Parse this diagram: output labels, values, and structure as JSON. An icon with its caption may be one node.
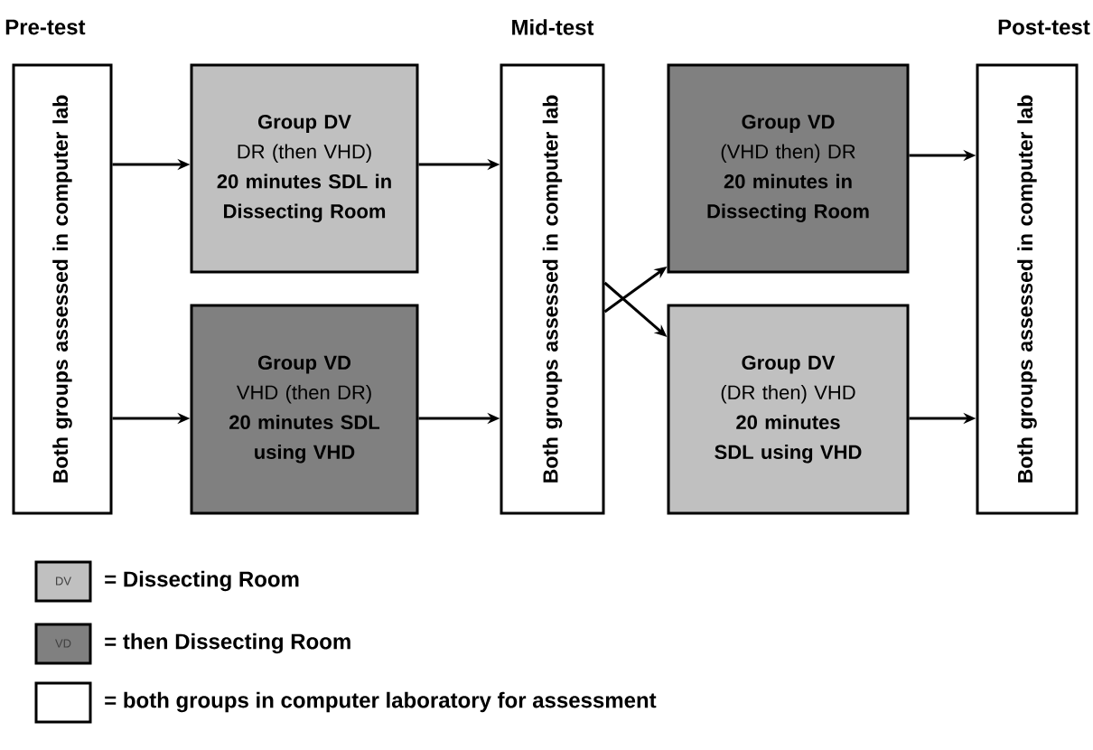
{
  "diagram": {
    "nodes": [
      {
        "text": [
          "Pre-test",
          "Both groups assessed in computer lab"
        ]
      },
      {
        "text": [
          "Group DV",
          "DR (then VHD)",
          "20 minutes SDL in Dissecting Room"
        ]
      },
      {
        "text": [
          "Group VD",
          "VHD (then DR)",
          "20 minutes SDL using VHD"
        ]
      },
      {
        "text": [
          "Mid-test",
          "Both groups assessed in computer lab"
        ]
      },
      {
        "text": [
          "Group VD",
          "(VHD then) DR",
          "20 minutes in Dissecting Room"
        ]
      },
      {
        "text": [
          "Group DV",
          "(DR then) VHD",
          "20 minutes SDL using VHD"
        ]
      },
      {
        "text": [
          "Post-test",
          "Both groups assessed in computer lab"
        ]
      }
    ],
    "edges": [
      {
        "from": 0,
        "to": 1,
        "arrow": "to"
      },
      {
        "from": 0,
        "to": 2,
        "arrow": "to"
      },
      {
        "from": 1,
        "to": 3,
        "arrow": "to"
      },
      {
        "from": 2,
        "to": 3,
        "arrow": "to"
      },
      {
        "from": 3,
        "to": 4,
        "arrow": "to"
      },
      {
        "from": 3,
        "to": 5,
        "arrow": "to"
      },
      {
        "from": 4,
        "to": 6,
        "arrow": "to"
      },
      {
        "from": 5,
        "to": 6,
        "arrow": "to"
      }
    ],
    "labels": [
      "DV",
      "VD"
    ],
    "legend": [
      {
        "text": "= Dissecting Room",
        "color": "#c0c0c0"
      },
      {
        "text": "= then Dissecting Room",
        "color": "#808080"
      },
      {
        "text": "= both groups in computer laboratory for assessment"
      }
    ]
  }
}
